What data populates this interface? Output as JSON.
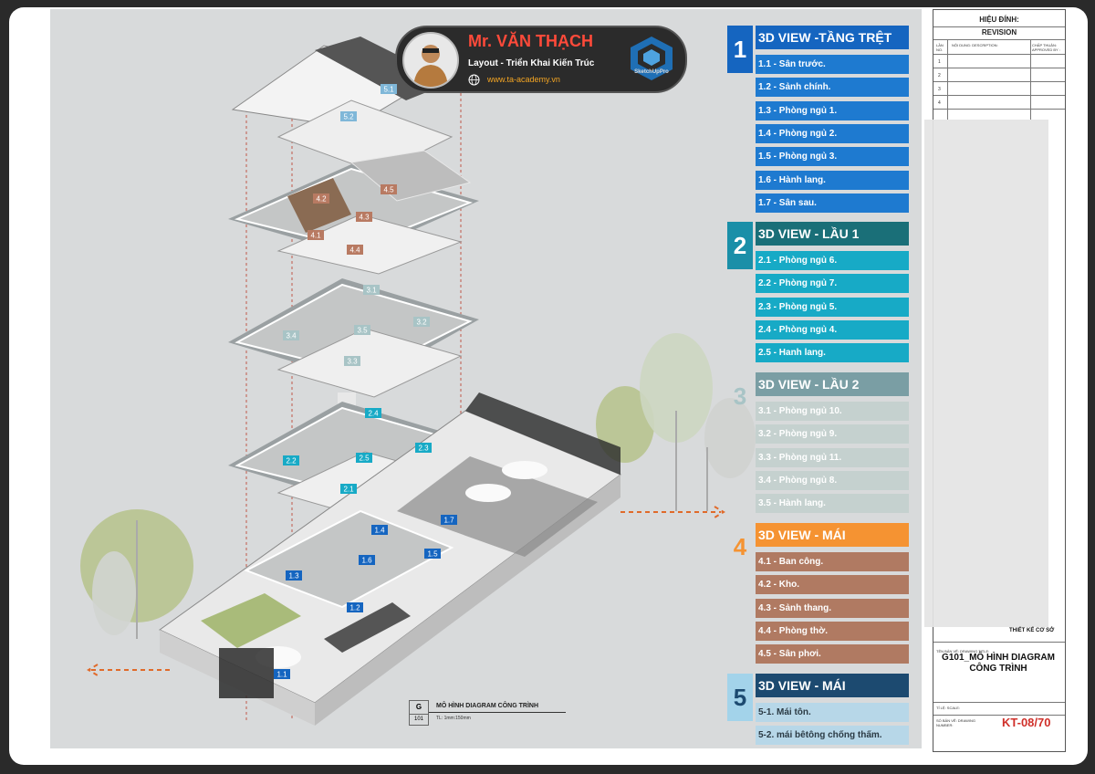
{
  "author": {
    "name": "Mr. VĂN THẠCH",
    "role": "Layout - Triển Khai Kiến Trúc",
    "website": "www.ta-academy.vn",
    "logo_text": "SketchUpPro"
  },
  "diagram_labels": [
    "5.1",
    "5.2",
    "4.1",
    "4.2",
    "4.3",
    "4.4",
    "4.5",
    "3.1",
    "3.2",
    "3.3",
    "3.4",
    "3.5",
    "2.1",
    "2.2",
    "2.3",
    "2.4",
    "2.5",
    "1.1",
    "1.2",
    "1.3",
    "1.4",
    "1.5",
    "1.6",
    "1.7"
  ],
  "legend": [
    {
      "num": "1",
      "title": "3D VIEW -TẦNG TRỆT",
      "color": "#1565c0",
      "items": [
        "1.1 - Sân trước.",
        "1.2 - Sảnh chính.",
        "1.3 - Phòng ngủ 1.",
        "1.4 - Phòng ngủ 2.",
        "1.5 - Phòng ngủ 3.",
        "1.6 - Hành lang.",
        "1.7 - Sân sau."
      ]
    },
    {
      "num": "2",
      "title": "3D VIEW - LẦU 1",
      "color": "#1a8fa8",
      "items": [
        "2.1 - Phòng ngủ 6.",
        "2.2 - Phòng ngủ 7.",
        "2.3 - Phòng ngủ 5.",
        "2.4 - Phòng ngủ 4.",
        "2.5 - Hanh lang."
      ]
    },
    {
      "num": "3",
      "title": "3D VIEW - LẦU 2",
      "color": "#7a9ea4",
      "items": [
        "3.1 - Phòng ngủ 10.",
        "3.2 - Phòng ngủ 9.",
        "3.3 - Phòng ngủ 11.",
        "3.4 - Phòng ngủ 8.",
        "3.5 - Hành lang."
      ]
    },
    {
      "num": "4",
      "title": "3D VIEW - MÁI",
      "color": "#f59332",
      "items": [
        "4.1 - Ban công.",
        "4.2 - Kho.",
        "4.3 - Sảnh thang.",
        "4.4 - Phòng thờ.",
        "4.5 - Sân phơi."
      ]
    },
    {
      "num": "5",
      "title": "3D VIEW - MÁI",
      "color": "#1c4a70",
      "items": [
        "5-1. Mái tôn.",
        "5-2. mái bêtông chống thấm."
      ]
    }
  ],
  "title_block": {
    "revision_header": "HIỆU ĐÍNH:",
    "revision_sub": "REVISION",
    "col_no": "LẦN NO.",
    "col_desc": "NỘI DUNG: DESCRIPTION:",
    "col_approved": "CHẤP THUẬN: APPROVED BY :",
    "rows": [
      "1",
      "2",
      "3",
      "4"
    ],
    "design_phase": "THIẾT KẾ CƠ SỞ",
    "drawing_title_label": "TÊN BẢN VẼ: DRAWING TITLE:",
    "drawing_title": "G101_MÔ HÌNH DIAGRAM CÔNG TRÌNH",
    "scale_label": "TỈ LỆ: SCALE:",
    "number_label": "SỐ BẢN VẼ: DRAWING NUMBER:",
    "sheet_number": "KT-08/70"
  },
  "caption": {
    "code": "G",
    "sheet": "101",
    "title": "MÔ HÌNH DIAGRAM CÔNG TRÌNH",
    "scale": "TL: 1mm:150mm"
  }
}
